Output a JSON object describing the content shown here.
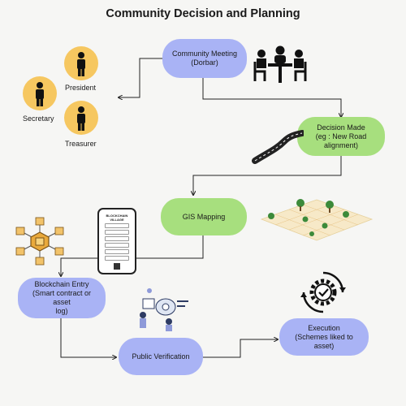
{
  "title": "Community Decision and Planning",
  "nodes": {
    "meeting": "Community Meeting\n(Dorbar)",
    "decision": "Decision Made\n(eg : New Road\nalignment)",
    "gis": "GIS Mapping",
    "blockchain": "Blockchain Entry\n(Smart contract or asset\nlog)",
    "verification": "Public Verification",
    "execution": "Execution\n(Schemes liked to asset)"
  },
  "roles": {
    "president": "President",
    "secretary": "Secretary",
    "treasurer": "Treasurer"
  },
  "phone": {
    "heading": "BLOCKCHAIN\nVILLAGE"
  },
  "icons": [
    "meeting-people-icon",
    "road-icon",
    "map-grid-icon",
    "blockchain-network-icon",
    "phone-icon",
    "verification-people-icon",
    "gear-check-icon",
    "person-icon"
  ],
  "colors": {
    "blue_node": "#a9b3f5",
    "green_node": "#a7df7e",
    "person_circle": "#f6c760"
  }
}
